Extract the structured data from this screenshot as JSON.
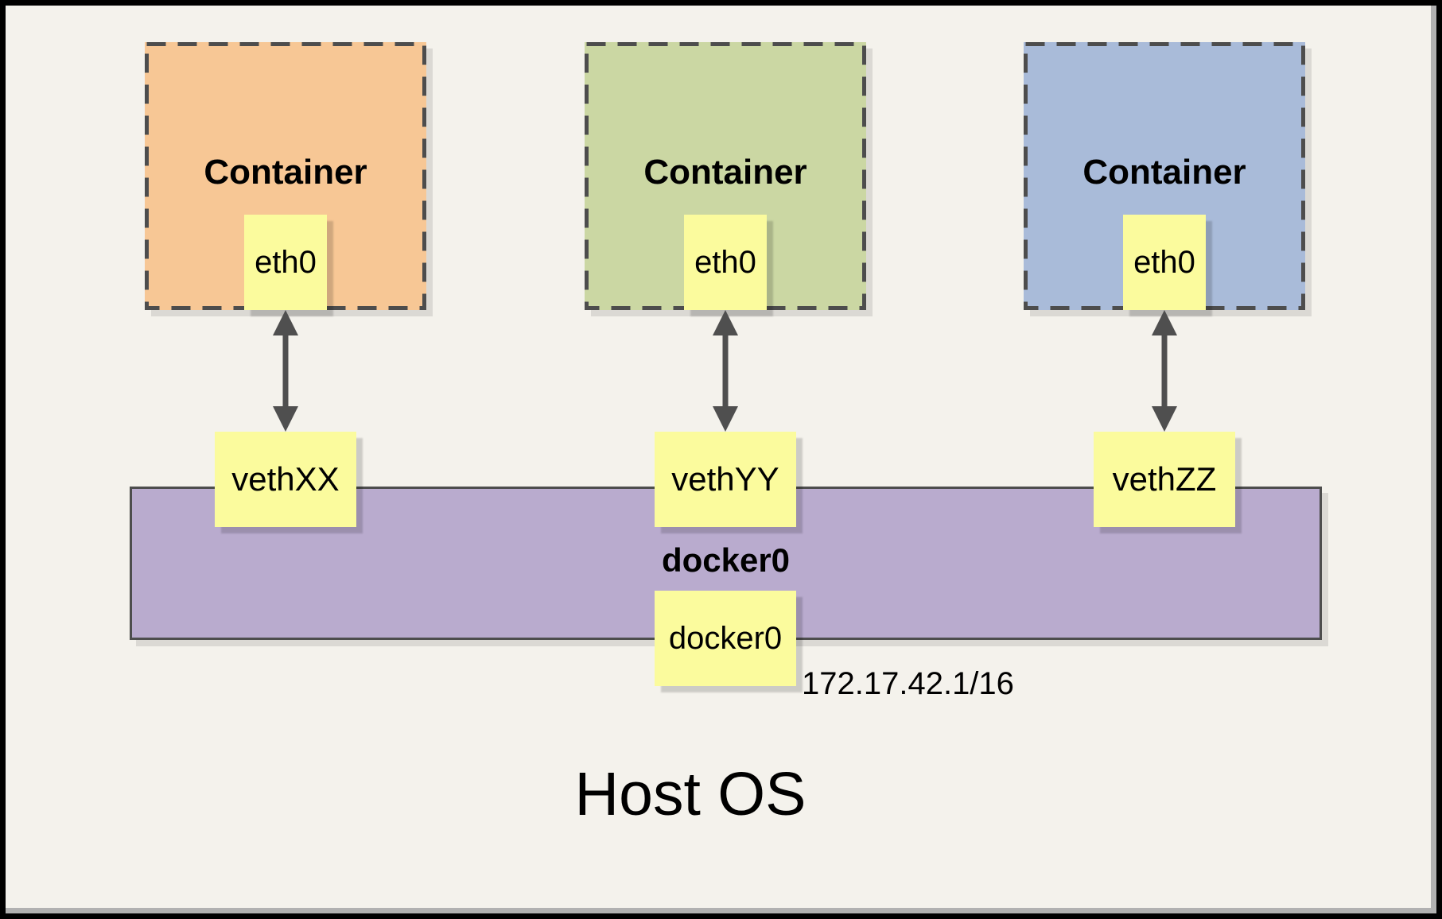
{
  "containers": [
    {
      "label": "Container",
      "interface": "eth0",
      "fill": "#f7c795"
    },
    {
      "label": "Container",
      "interface": "eth0",
      "fill": "#cbd7a3"
    },
    {
      "label": "Container",
      "interface": "eth0",
      "fill": "#a9bbd9"
    }
  ],
  "veths": [
    "vethXX",
    "vethYY",
    "vethZZ"
  ],
  "bridge": {
    "label": "docker0",
    "port_label": "docker0",
    "ip": "172.17.42.1/16",
    "fill": "#b9abce"
  },
  "host": {
    "label": "Host OS"
  },
  "colors": {
    "background": "#f4f2ec",
    "frame": "#000000",
    "page_shadow": "#b1b1b1",
    "interface_fill": "#fbfb9d",
    "dash_line": "#4d4d4d",
    "arrow": "#4f4f4f",
    "text": "#000000"
  }
}
